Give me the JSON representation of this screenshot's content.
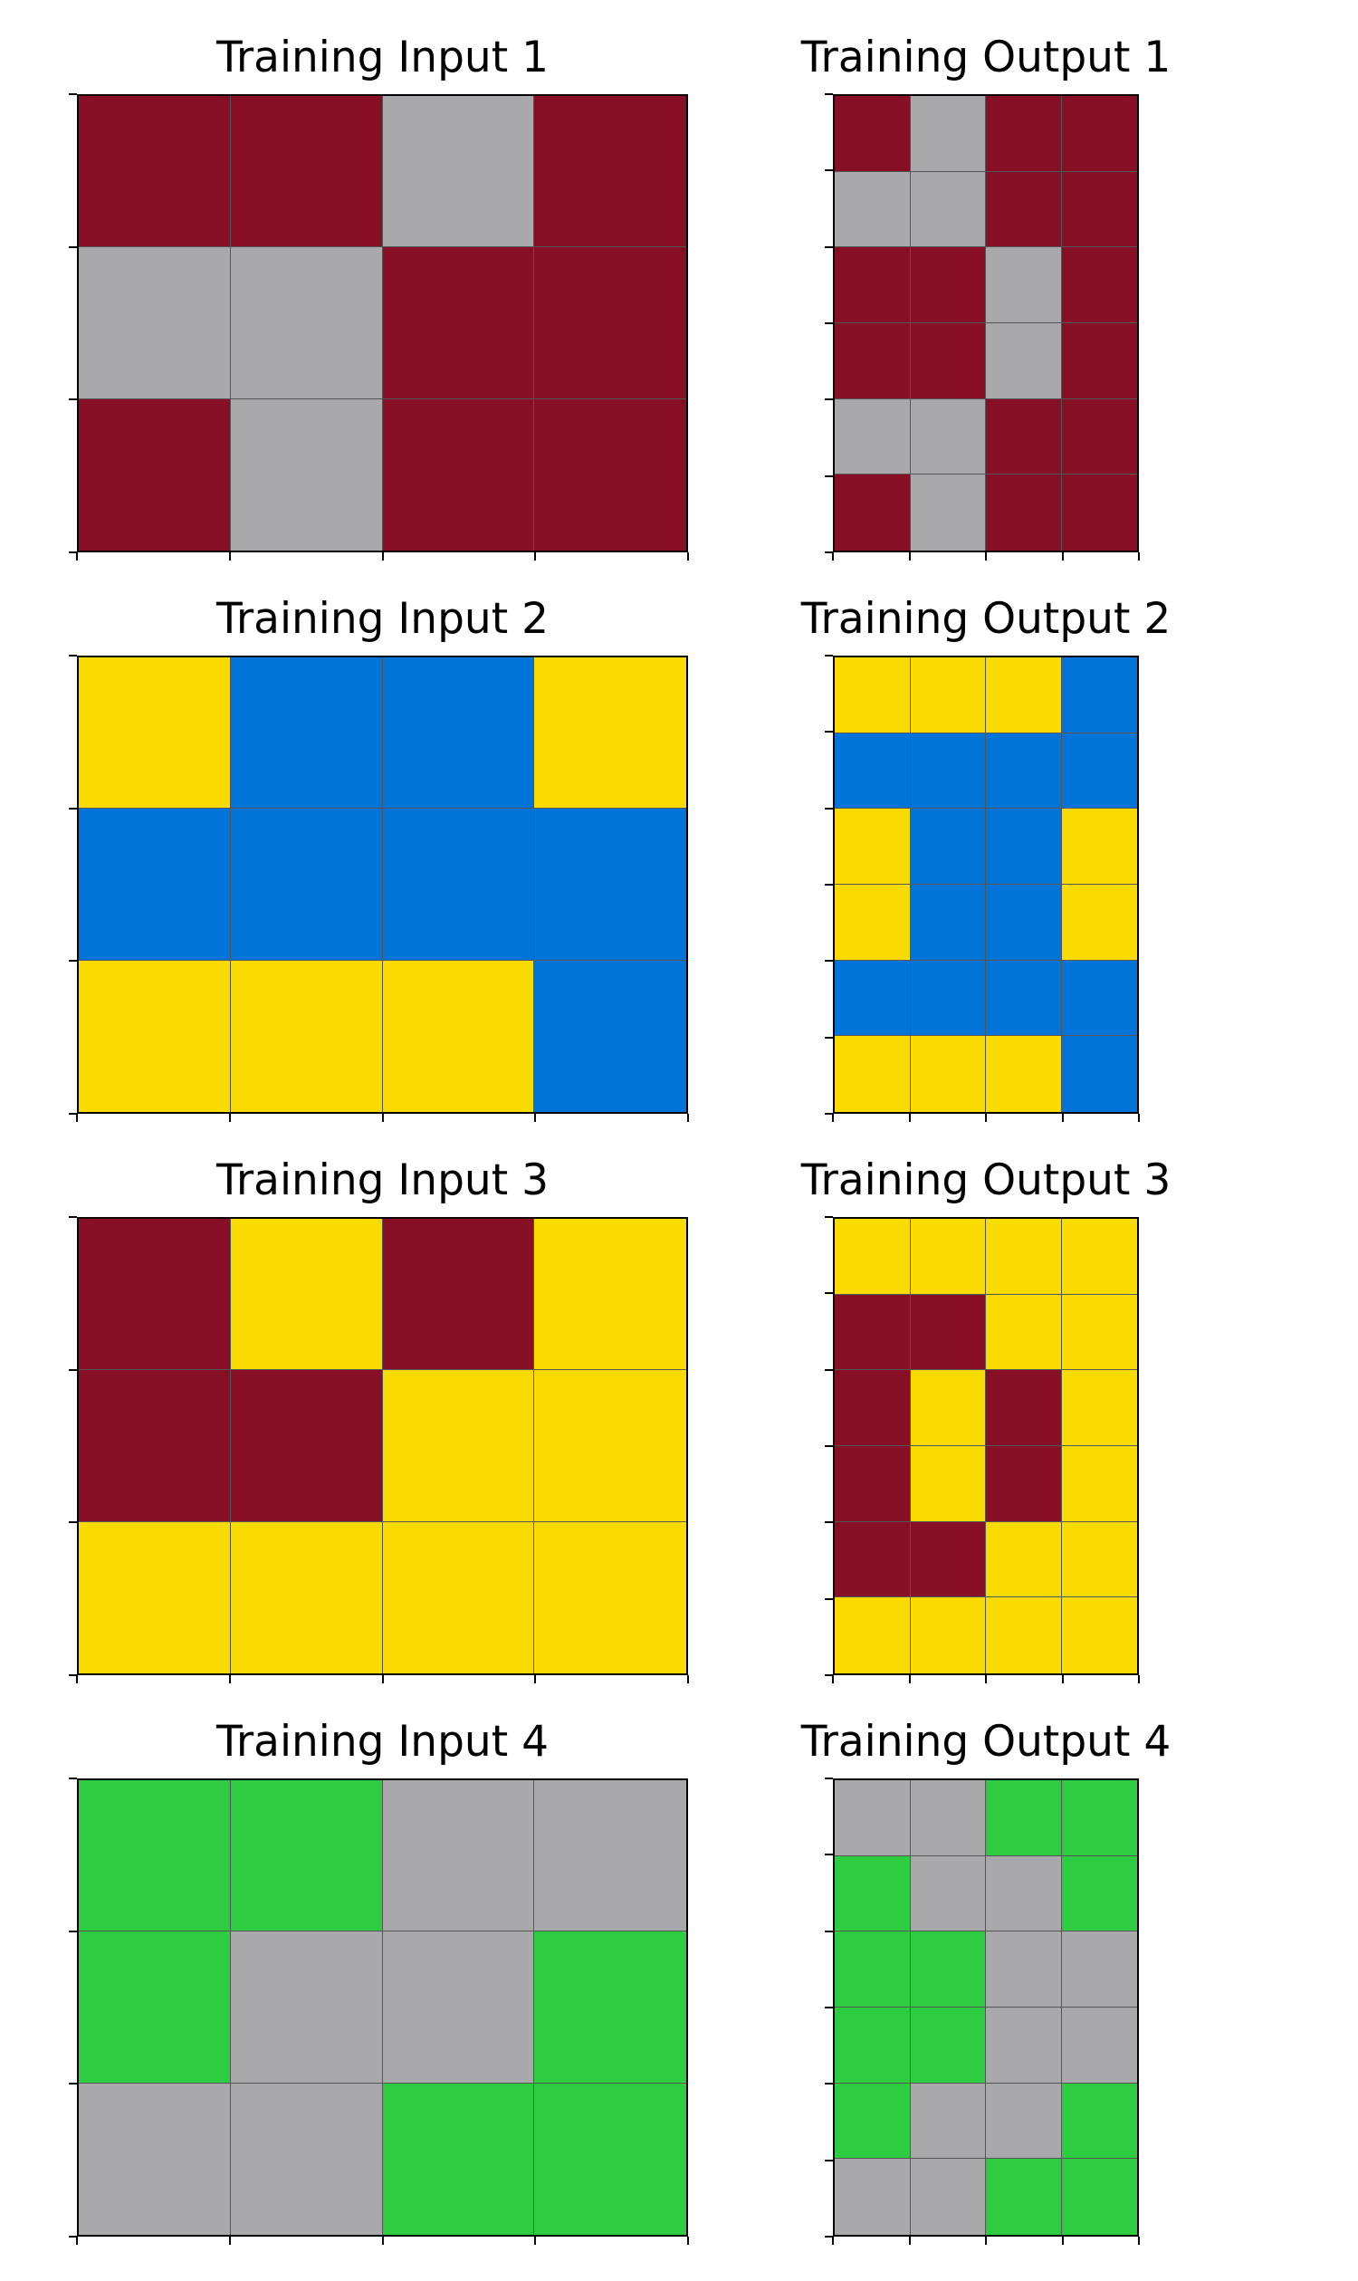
{
  "colors": {
    "maroon": "#870f25",
    "gray": "#a9a8aa",
    "yellow": "#fadb00",
    "blue": "#0074d8",
    "green": "#2ecc40"
  },
  "pairs": [
    {
      "input_title": "Training Input 1",
      "output_title": "Training Output 1",
      "input": [
        [
          "maroon",
          "maroon",
          "gray",
          "maroon"
        ],
        [
          "gray",
          "gray",
          "maroon",
          "maroon"
        ],
        [
          "maroon",
          "gray",
          "maroon",
          "maroon"
        ]
      ],
      "output": [
        [
          "maroon",
          "gray",
          "maroon",
          "maroon"
        ],
        [
          "gray",
          "gray",
          "maroon",
          "maroon"
        ],
        [
          "maroon",
          "maroon",
          "gray",
          "maroon"
        ],
        [
          "maroon",
          "maroon",
          "gray",
          "maroon"
        ],
        [
          "gray",
          "gray",
          "maroon",
          "maroon"
        ],
        [
          "maroon",
          "gray",
          "maroon",
          "maroon"
        ]
      ]
    },
    {
      "input_title": "Training Input 2",
      "output_title": "Training Output 2",
      "input": [
        [
          "yellow",
          "blue",
          "blue",
          "yellow"
        ],
        [
          "blue",
          "blue",
          "blue",
          "blue"
        ],
        [
          "yellow",
          "yellow",
          "yellow",
          "blue"
        ]
      ],
      "output": [
        [
          "yellow",
          "yellow",
          "yellow",
          "blue"
        ],
        [
          "blue",
          "blue",
          "blue",
          "blue"
        ],
        [
          "yellow",
          "blue",
          "blue",
          "yellow"
        ],
        [
          "yellow",
          "blue",
          "blue",
          "yellow"
        ],
        [
          "blue",
          "blue",
          "blue",
          "blue"
        ],
        [
          "yellow",
          "yellow",
          "yellow",
          "blue"
        ]
      ]
    },
    {
      "input_title": "Training Input 3",
      "output_title": "Training Output 3",
      "input": [
        [
          "maroon",
          "yellow",
          "maroon",
          "yellow"
        ],
        [
          "maroon",
          "maroon",
          "yellow",
          "yellow"
        ],
        [
          "yellow",
          "yellow",
          "yellow",
          "yellow"
        ]
      ],
      "output": [
        [
          "yellow",
          "yellow",
          "yellow",
          "yellow"
        ],
        [
          "maroon",
          "maroon",
          "yellow",
          "yellow"
        ],
        [
          "maroon",
          "yellow",
          "maroon",
          "yellow"
        ],
        [
          "maroon",
          "yellow",
          "maroon",
          "yellow"
        ],
        [
          "maroon",
          "maroon",
          "yellow",
          "yellow"
        ],
        [
          "yellow",
          "yellow",
          "yellow",
          "yellow"
        ]
      ]
    },
    {
      "input_title": "Training Input 4",
      "output_title": "Training Output 4",
      "input": [
        [
          "green",
          "green",
          "gray",
          "gray"
        ],
        [
          "green",
          "gray",
          "gray",
          "green"
        ],
        [
          "gray",
          "gray",
          "green",
          "green"
        ]
      ],
      "output": [
        [
          "gray",
          "gray",
          "green",
          "green"
        ],
        [
          "green",
          "gray",
          "gray",
          "green"
        ],
        [
          "green",
          "green",
          "gray",
          "gray"
        ],
        [
          "green",
          "green",
          "gray",
          "gray"
        ],
        [
          "green",
          "gray",
          "gray",
          "green"
        ],
        [
          "gray",
          "gray",
          "green",
          "green"
        ]
      ]
    }
  ]
}
